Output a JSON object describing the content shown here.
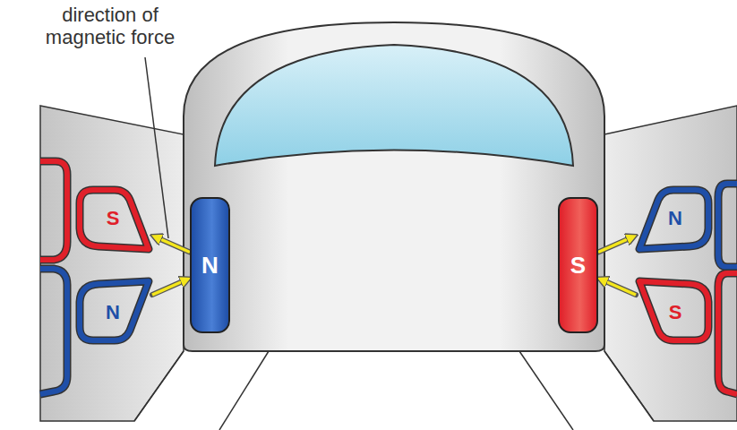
{
  "diagram": {
    "nodes": [
      {
        "text": [
          "S"
        ]
      },
      {
        "text": [
          "N"
        ]
      },
      {
        "text": [
          "N"
        ]
      },
      {
        "text": [
          "S"
        ]
      },
      {
        "text": [
          "N"
        ]
      },
      {
        "text": [
          "S"
        ]
      }
    ],
    "edges": [
      {
        "from": 2,
        "to": 0,
        "arrow": "to"
      },
      {
        "from": 1,
        "to": 2,
        "arrow": "to"
      },
      {
        "from": 3,
        "to": 4,
        "arrow": "to"
      },
      {
        "from": 5,
        "to": 3,
        "arrow": "to"
      }
    ],
    "labels": [
      "direction of magnetic force"
    ]
  }
}
